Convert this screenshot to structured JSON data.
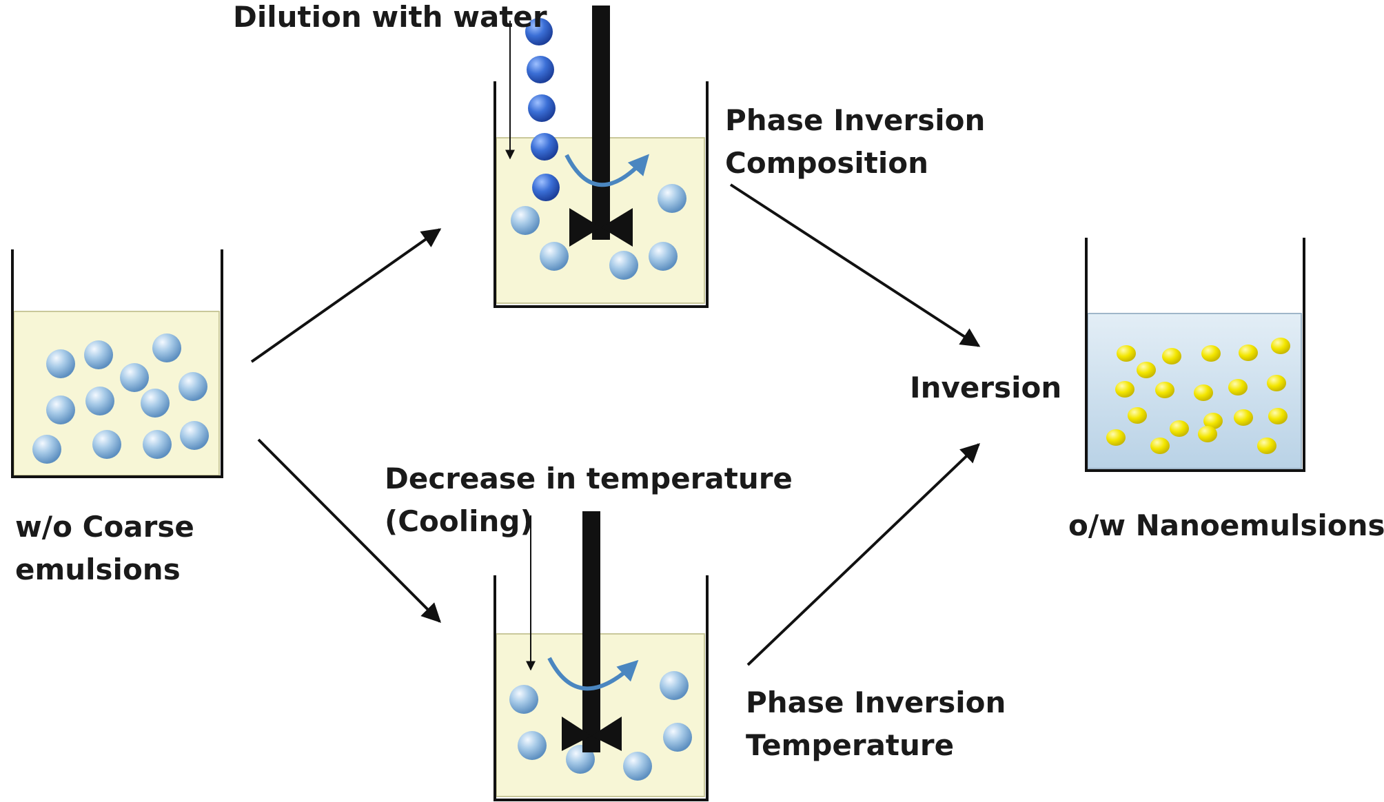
{
  "labels": {
    "coarse_line1": "w/o Coarse",
    "coarse_line2": "emulsions",
    "dilution": "Dilution with water",
    "pic_line1": "Phase Inversion",
    "pic_line2": "Composition",
    "cooling_line1": "Decrease in temperature",
    "cooling_line2": "(Cooling)",
    "pit_line1": "Phase Inversion",
    "pit_line2": "Temperature",
    "inversion": "Inversion",
    "nano": "o/w Nanoemulsions"
  },
  "colors": {
    "oil_phase": "#f7f6d6",
    "water_phase": "#c6dceb",
    "droplet": "#8db8de",
    "water_drop": "#2f5fc8",
    "nano_droplet": "#f2e600",
    "stirrer": "#111111",
    "swirl": "#4a86c0",
    "arrow": "#111111"
  }
}
